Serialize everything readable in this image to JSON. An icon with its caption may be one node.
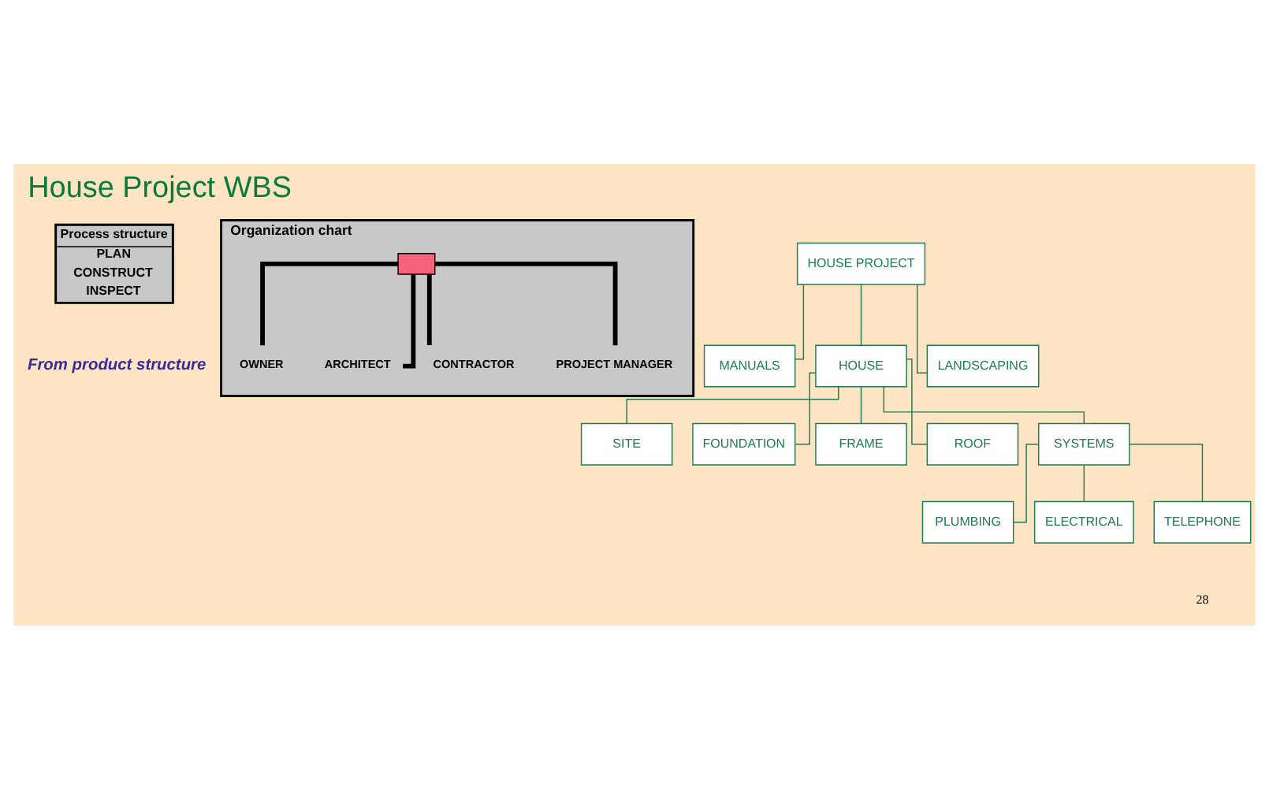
{
  "diagram": {
    "title": "House Project WBS",
    "nodes": [
      {
        "text": [
          "Process structure",
          "PLAN",
          "CONSTRUCT",
          "INSPECT"
        ]
      },
      {
        "text": [
          "Organization chart"
        ]
      },
      {
        "text": [],
        "shape": "box",
        "in": 1
      },
      {
        "text": [
          "OWNER"
        ],
        "in": 1
      },
      {
        "text": [
          "ARCHITECT"
        ],
        "in": 1
      },
      {
        "text": [
          "CONTRACTOR"
        ],
        "in": 1
      },
      {
        "text": [
          "PROJECT MANAGER"
        ],
        "in": 1
      },
      {
        "text": [
          "HOUSE PROJECT"
        ]
      },
      {
        "text": [
          "MANUALS"
        ]
      },
      {
        "text": [
          "HOUSE"
        ]
      },
      {
        "text": [
          "LANDSCAPING"
        ]
      },
      {
        "text": [
          "SITE"
        ]
      },
      {
        "text": [
          "FOUNDATION"
        ]
      },
      {
        "text": [
          "FRAME"
        ]
      },
      {
        "text": [
          "ROOF"
        ]
      },
      {
        "text": [
          "SYSTEMS"
        ]
      },
      {
        "text": [
          "PLUMBING"
        ]
      },
      {
        "text": [
          "ELECTRICAL"
        ]
      },
      {
        "text": [
          "TELEPHONE"
        ]
      }
    ],
    "edges": [
      {
        "from": 2,
        "to": 3,
        "arrow": "none",
        "style": "thick",
        "color": "#000000"
      },
      {
        "from": 2,
        "to": 4,
        "arrow": "none",
        "style": "thick",
        "color": "#000000"
      },
      {
        "from": 2,
        "to": 5,
        "arrow": "none",
        "style": "thick",
        "color": "#000000"
      },
      {
        "from": 2,
        "to": 6,
        "arrow": "none",
        "style": "thick",
        "color": "#000000"
      },
      {
        "from": 7,
        "to": 8,
        "arrow": "none"
      },
      {
        "from": 7,
        "to": 9,
        "arrow": "none"
      },
      {
        "from": 7,
        "to": 10,
        "arrow": "none"
      },
      {
        "from": 9,
        "to": 11,
        "arrow": "none"
      },
      {
        "from": 9,
        "to": 12,
        "arrow": "none"
      },
      {
        "from": 9,
        "to": 13,
        "arrow": "none"
      },
      {
        "from": 9,
        "to": 14,
        "arrow": "none"
      },
      {
        "from": 9,
        "to": 15,
        "arrow": "none"
      },
      {
        "from": 15,
        "to": 16,
        "arrow": "none"
      },
      {
        "from": 15,
        "to": 17,
        "arrow": "none"
      },
      {
        "from": 15,
        "to": 18,
        "arrow": "none"
      }
    ],
    "labels": [
      "From product structure",
      "28"
    ]
  }
}
